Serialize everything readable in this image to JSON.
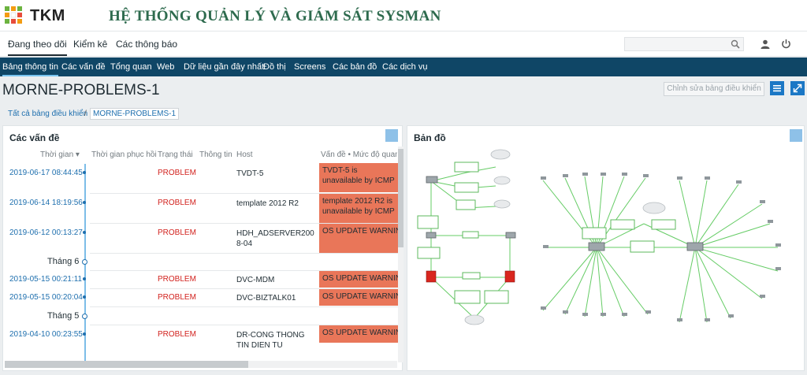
{
  "brand": {
    "name": "TKM",
    "system_title": "HỆ THỐNG QUẢN LÝ VÀ GIÁM SÁT SYSMAN"
  },
  "main_nav": {
    "items": [
      "Đang theo dõi",
      "Kiểm kê",
      "Các thông báo"
    ],
    "active": 0
  },
  "search": {
    "placeholder": ""
  },
  "sub_nav": {
    "items": [
      "Bảng thông tin",
      "Các vấn đề",
      "Tổng quan",
      "Web",
      "Dữ liệu gần đây nhất",
      "Đồ thị",
      "Screens",
      "Các bản đồ",
      "Các dịch vụ"
    ],
    "active": 0
  },
  "page": {
    "title": "MORNE-PROBLEMS-1",
    "edit_button": "Chỉnh sửa bảng điều khiển"
  },
  "breadcrumb": {
    "all": "Tất cả bảng điều khiển",
    "separator": "/",
    "current": "MORNE-PROBLEMS-1"
  },
  "problems_widget": {
    "title": "Các vấn đề",
    "columns": [
      "Thời gian ▾",
      "Thời gian phục hồi",
      "Trạng thái",
      "Thông tin",
      "Host",
      "Vấn đề • Mức độ quan trọng"
    ],
    "rows": [
      {
        "time": "2019-06-17 08:44:45",
        "status": "PROBLEM",
        "host": "TVDT-5",
        "problem": "TVDT-5 is unavailable by ICMP"
      },
      {
        "time": "2019-06-14 18:19:56",
        "status": "PROBLEM",
        "host": "template 2012 R2",
        "problem": "template 2012 R2 is unavailable by ICMP"
      },
      {
        "time": "2019-06-12 00:13:27",
        "status": "PROBLEM",
        "host": "HDH_ADSERVER2008-04",
        "problem": "OS UPDATE WARNING"
      },
      {
        "month": "Tháng 6"
      },
      {
        "time": "2019-05-15 00:21:11",
        "status": "PROBLEM",
        "host": "DVC-MDM",
        "problem": "OS UPDATE WARNING"
      },
      {
        "time": "2019-05-15 00:20:04",
        "status": "PROBLEM",
        "host": "DVC-BIZTALK01",
        "problem": "OS UPDATE WARNING"
      },
      {
        "month": "Tháng 5"
      },
      {
        "time": "2019-04-10 00:23:55",
        "status": "PROBLEM",
        "host": "DR-CONG THONG TIN DIEN TU",
        "problem": "OS UPDATE WARNING"
      }
    ]
  },
  "map_widget": {
    "title": "Bản đồ"
  },
  "colors": {
    "subnav_bg": "#0f4666",
    "problem_bg": "#e97659",
    "status_text": "#d2231f",
    "link": "#1e6fae",
    "accent_button": "#1b77c5",
    "map_link": "#5cc95c",
    "system_title": "#2e6b4e"
  }
}
